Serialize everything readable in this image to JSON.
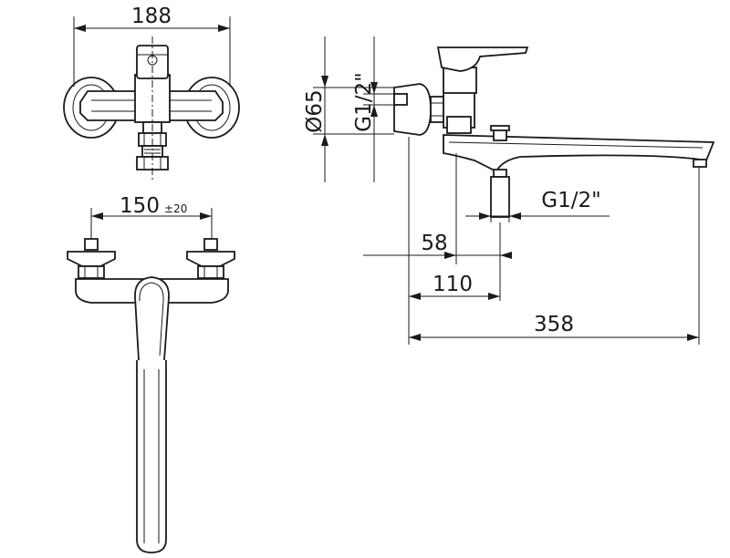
{
  "dimensions": {
    "width_top": "188",
    "spacing": "150",
    "spacing_tol": "±20",
    "diameter": "Ø65",
    "thread_left": "G1/2\"",
    "thread_right": "G1/2\"",
    "offset_58": "58",
    "offset_110": "110",
    "overall": "358"
  }
}
